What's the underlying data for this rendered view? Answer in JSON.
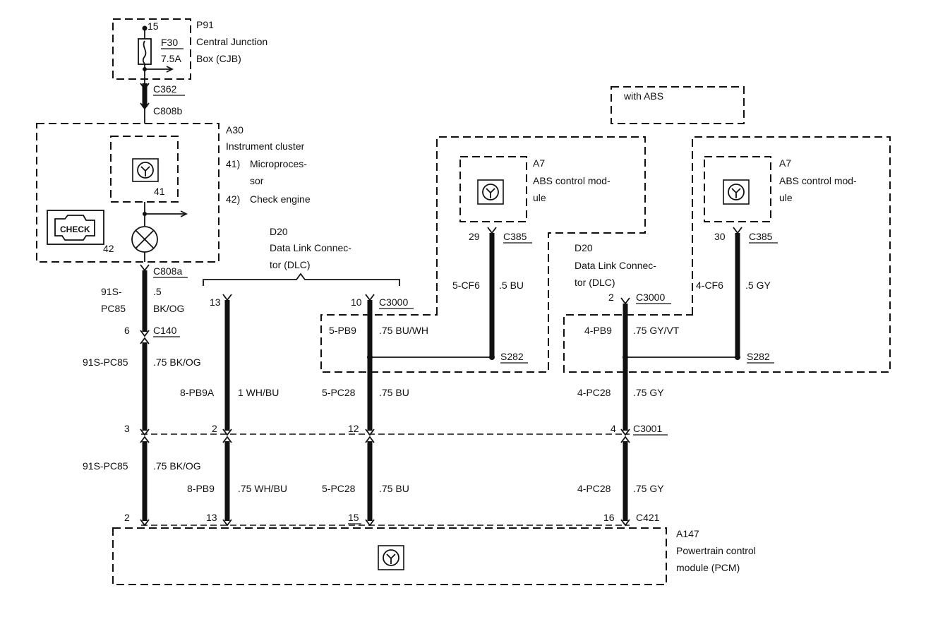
{
  "cjb": {
    "id": "P91",
    "desc_line1": "Central Junction",
    "desc_line2": "Box (CJB)",
    "pin": "15",
    "fuse_id": "F30",
    "fuse_rating": "7.5A"
  },
  "connectors": {
    "c362": "C362",
    "c808b": "C808b",
    "c808a": "C808a",
    "c140": "C140",
    "c3000_left": "C3000",
    "c3000_right": "C3000",
    "c385_left": "C385",
    "c385_right": "C385",
    "s282_left": "S282",
    "s282_right": "S282",
    "c3001": "C3001",
    "c421": "C421"
  },
  "cluster": {
    "id": "A30",
    "desc": "Instrument cluster",
    "item41_num": "41)",
    "item41_line1": "Microproces-",
    "item41_line2": "sor",
    "item42_num": "42)",
    "item42_text": "Check engine",
    "micro_label": "41",
    "lamp_label": "42",
    "check_text": "CHECK"
  },
  "dlc_left": {
    "id": "D20",
    "desc_line1": "Data Link Connec-",
    "desc_line2": "tor (DLC)"
  },
  "dlc_right": {
    "id": "D20",
    "desc_line1": "Data Link Connec-",
    "desc_line2": "tor (DLC)"
  },
  "abs_variant": "with ABS",
  "abs_left": {
    "id": "A7",
    "desc_line1": "ABS control mod-",
    "desc_line2": "ule"
  },
  "abs_right": {
    "id": "A7",
    "desc_line1": "ABS control mod-",
    "desc_line2": "ule"
  },
  "pcm": {
    "id": "A147",
    "desc_line1": "Powertrain control",
    "desc_line2": "module (PCM)"
  },
  "pins": {
    "c140_pin": "6",
    "dlc_l_13": "13",
    "dlc_l_10": "10",
    "abs_l_29": "29",
    "abs_r_30": "30",
    "dlc_r_2": "2",
    "c3001_3": "3",
    "c3001_2": "2",
    "c3001_12": "12",
    "c3001_4": "4",
    "c421_2": "2",
    "c421_13": "13",
    "c421_15": "15",
    "c421_16": "16"
  },
  "wires": {
    "w1_circuit_a": "91S-",
    "w1_circuit_b": "PC85",
    "w1_size": ".5",
    "w1_color": "BK/OG",
    "w2_circuit": "91S-PC85",
    "w2_spec": ".75 BK/OG",
    "w3_circuit": "91S-PC85",
    "w3_spec": ".75 BK/OG",
    "w4_circuit": "8-PB9A",
    "w4_spec": "1 WH/BU",
    "w5_circuit": "8-PB9",
    "w5_spec": ".75 WH/BU",
    "w6_circuit": "5-PB9",
    "w6_spec": ".75 BU/WH",
    "w7_circuit": "5-PC28",
    "w7_spec": ".75 BU",
    "w8_circuit": "5-PC28",
    "w8_spec": ".75 BU",
    "w9_circuit": "5-CF6",
    "w9_spec": ".5 BU",
    "w10_circuit": "4-PB9",
    "w10_spec": ".75 GY/VT",
    "w11_circuit": "4-PC28",
    "w11_spec": ".75 GY",
    "w12_circuit": "4-PC28",
    "w12_spec": ".75 GY",
    "w13_circuit": "4-CF6",
    "w13_spec": ".5 GY"
  }
}
